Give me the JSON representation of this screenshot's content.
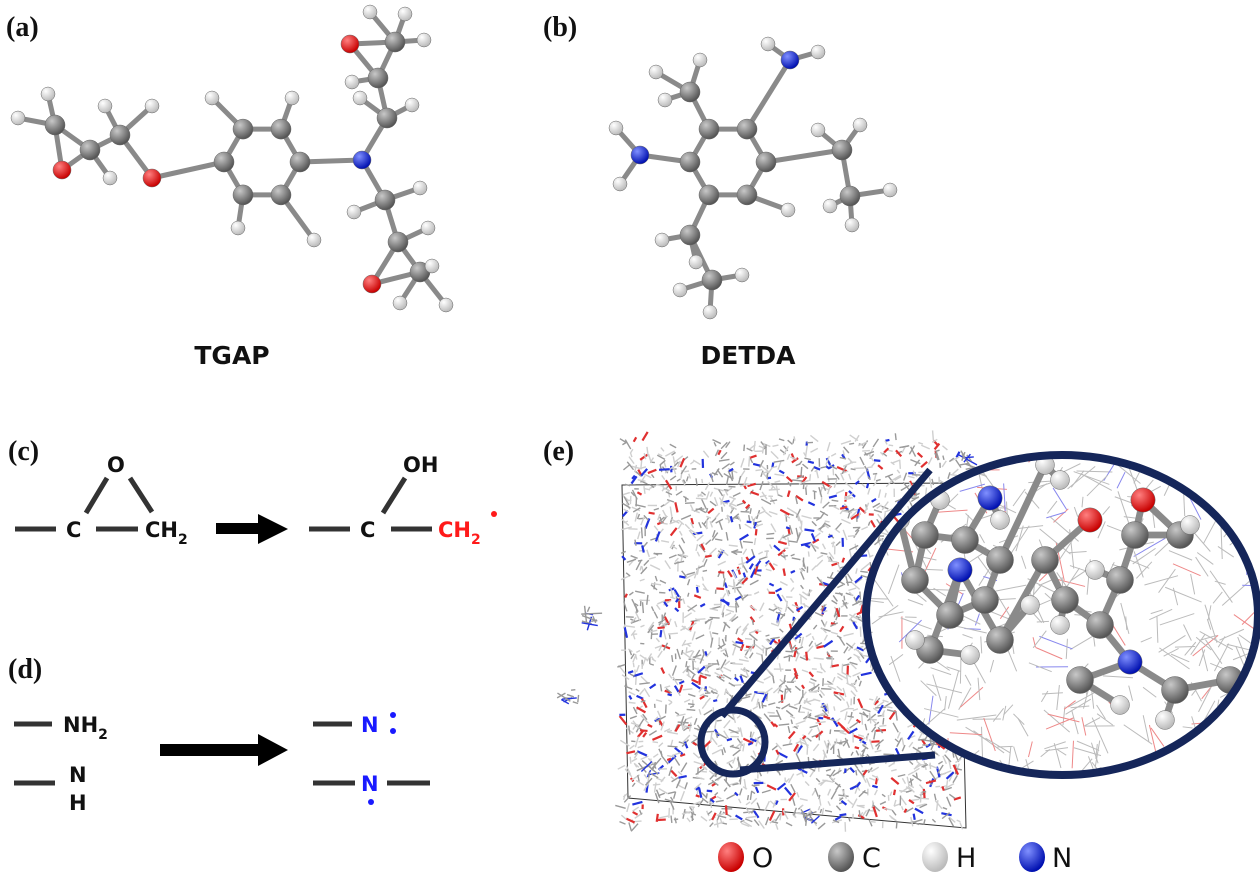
{
  "panels": {
    "a": {
      "label": "(a)",
      "molecule": "TGAP"
    },
    "b": {
      "label": "(b)",
      "molecule": "DETDA"
    },
    "c": {
      "label": "(c)",
      "reactant": {
        "top": "O",
        "left": "C",
        "right": "CH",
        "right_sub": "2"
      },
      "product": {
        "top": "OH",
        "left": "C",
        "right": "CH",
        "right_sub": "2"
      }
    },
    "d": {
      "label": "(d)",
      "reactant": {
        "amine": "NH",
        "amine_sub": "2",
        "sec_n": "N",
        "sec_h": "H"
      },
      "product": {
        "n1": "N",
        "n2": "N"
      }
    },
    "e": {
      "label": "(e)"
    }
  },
  "legend": [
    {
      "symbol": "O",
      "color": "#e52020"
    },
    {
      "symbol": "C",
      "color": "#6e6e6e"
    },
    {
      "symbol": "H",
      "color": "#f2f2f2"
    },
    {
      "symbol": "N",
      "color": "#1c2fd8"
    }
  ],
  "colors": {
    "radical": "#ff1a1a",
    "nitrogen_text": "#1a1aff",
    "zoom_outline": "#15265a"
  }
}
